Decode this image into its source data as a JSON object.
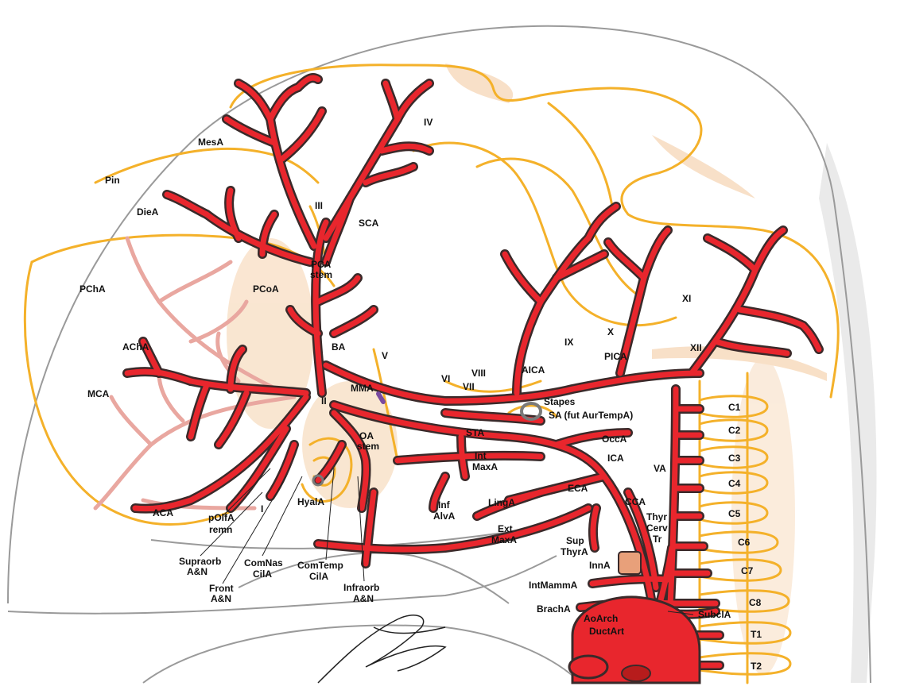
{
  "colors": {
    "outline": "#f4b12a",
    "artery": "#e8262d",
    "artery_edge": "#3a2a2a",
    "pale_artery": "#e9a7a0",
    "gray_outline": "#9a9a9a",
    "shade": "#f3c79a",
    "label": "#111111"
  },
  "labels": {
    "pin": "Pin",
    "mesa": "MesA",
    "diea": "DieA",
    "iv": "IV",
    "iii": "III",
    "sca": "SCA",
    "pca_stem_1": "PCA",
    "pca_stem_2": "stem",
    "pcha": "PChA",
    "pcoa": "PCoA",
    "acha": "AChA",
    "ba": "BA",
    "v": "V",
    "mca": "MCA",
    "mma": "MMA",
    "ii": "II",
    "vi": "VI",
    "vii": "VII",
    "viii": "VIII",
    "aica": "AICA",
    "ix": "IX",
    "x": "X",
    "pica": "PICA",
    "xi": "XI",
    "xii": "XII",
    "stapes": "Stapes",
    "sa": "SA (fut AurTempA)",
    "sta": "STA",
    "oa_stem_1": "OA",
    "oa_stem_2": "stem",
    "int_maxa_1": "Int",
    "int_maxa_2": "MaxA",
    "occa": "OccA",
    "ica": "ICA",
    "va": "VA",
    "eca": "ECA",
    "linga": "LingA",
    "inf_alva_1": "Inf",
    "inf_alva_2": "AlvA",
    "hyala": "HyalA",
    "aca": "ACA",
    "polfa_1": "pOlfA",
    "polfa_2": "remn",
    "i": "I",
    "cca": "CCA",
    "thyr_1": "Thyr",
    "thyr_2": "Cerv",
    "thyr_3": "Tr",
    "ext_maxa_1": "Ext",
    "ext_maxa_2": "MaxA",
    "sup_thyra_1": "Sup",
    "sup_thyra_2": "ThyrA",
    "inna": "InnA",
    "supraorb_1": "Supraorb",
    "supraorb_2": "A&N",
    "comnas_1": "ComNas",
    "comnas_2": "CilA",
    "front_1": "Front",
    "front_2": "A&N",
    "comtemp_1": "ComTemp",
    "comtemp_2": "CilA",
    "infraorb_1": "Infraorb",
    "infraorb_2": "A&N",
    "intmamma": "IntMammA",
    "bracha": "BrachA",
    "aoarch": "AoArch",
    "ductart": "DuctArt",
    "subcla": "SubclA",
    "c1": "C1",
    "c2": "C2",
    "c3": "C3",
    "c4": "C4",
    "c5": "C5",
    "c6": "C6",
    "c7": "C7",
    "c8": "C8",
    "t1": "T1",
    "t2": "T2"
  }
}
